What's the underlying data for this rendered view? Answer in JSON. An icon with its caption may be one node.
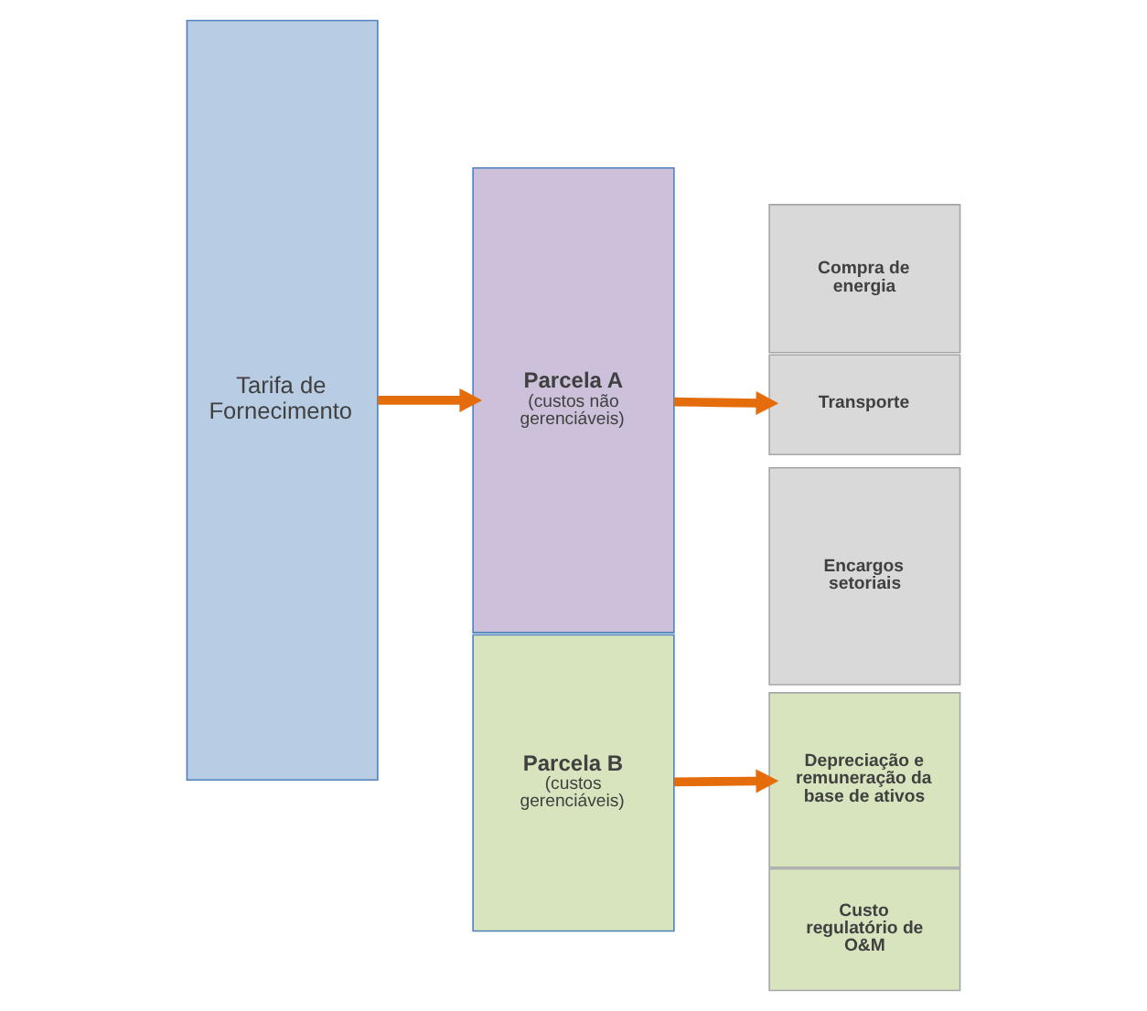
{
  "diagram": {
    "nodes": [
      {
        "text": [
          "Tarifa de Fornecimento"
        ]
      },
      {
        "text": [
          "Parcela A",
          "(custos não gerenciáveis)"
        ]
      },
      {
        "text": [
          "Parcela B",
          "(custos gerenciáveis)"
        ]
      },
      {
        "text": [
          "Compra de energia"
        ]
      },
      {
        "text": [
          "Transporte"
        ]
      },
      {
        "text": [
          "Encargos setoriais"
        ]
      },
      {
        "text": [
          "Depreciação e remuneração da base de ativos"
        ]
      },
      {
        "text": [
          "Custo regulatório de O&M"
        ]
      }
    ],
    "edges": [
      {
        "from": 0,
        "to": 1,
        "arrow": "to"
      },
      {
        "from": 1,
        "to": 4,
        "arrow": "to"
      },
      {
        "from": 2,
        "to": 6,
        "arrow": "to"
      }
    ]
  }
}
